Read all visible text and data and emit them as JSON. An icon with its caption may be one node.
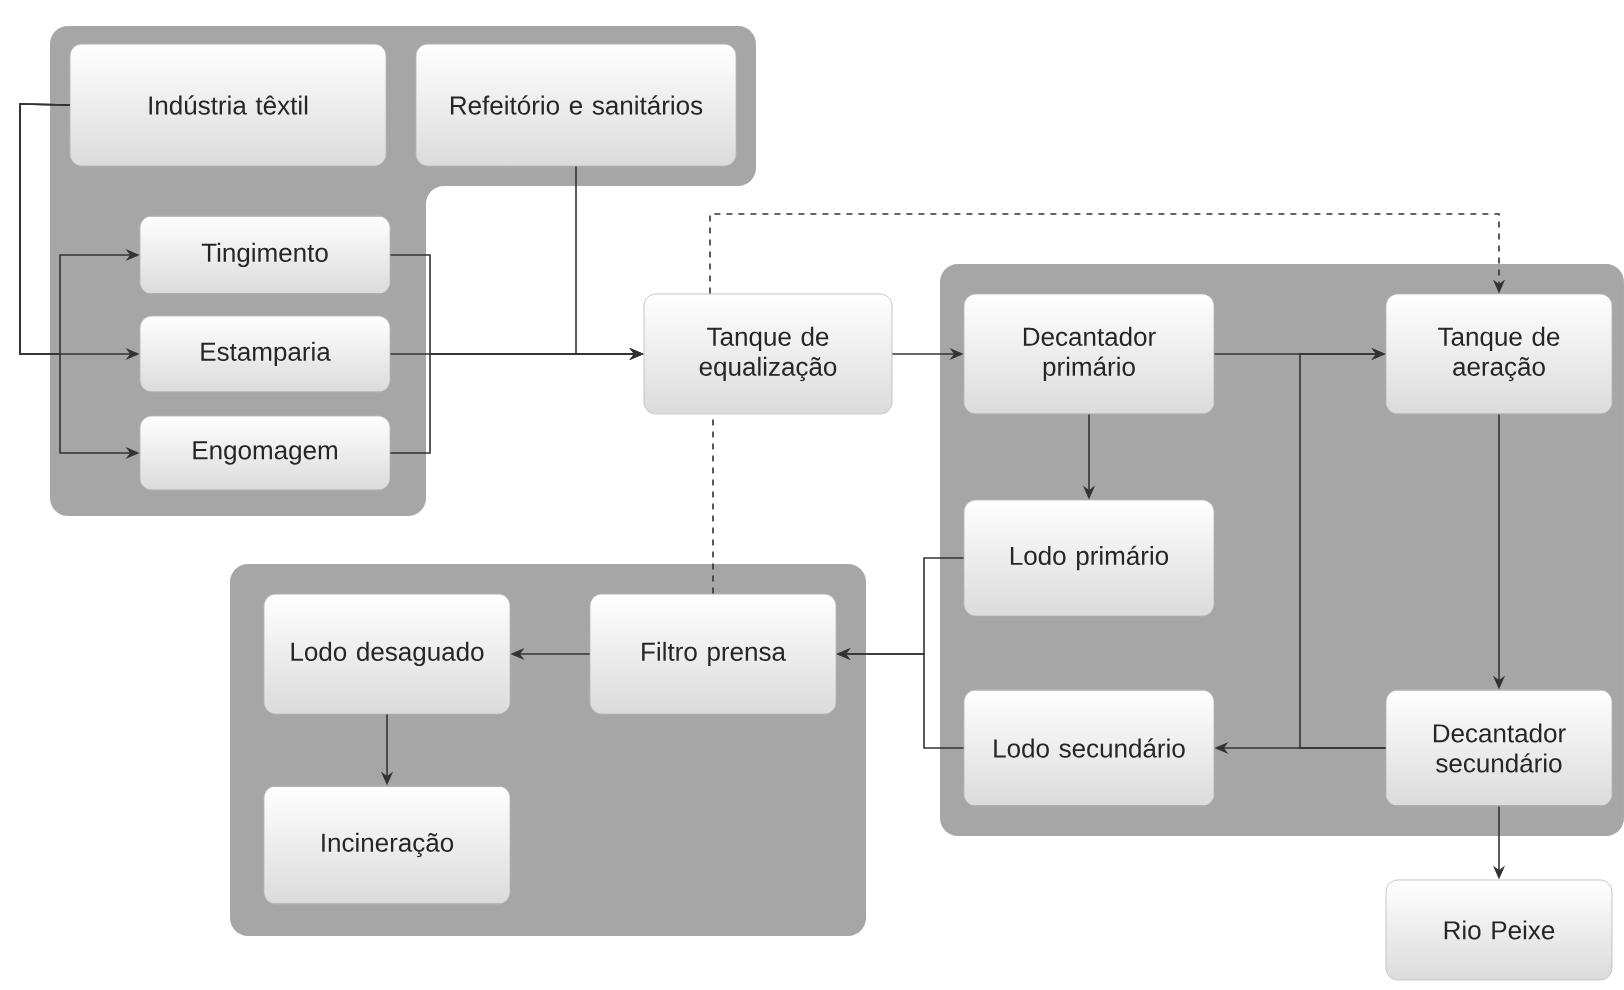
{
  "diagram": {
    "nodes": [
      {
        "text": [],
        "shape": "box"
      },
      {
        "text": [
          "Indústria têxtil"
        ],
        "in": 0
      },
      {
        "text": [
          "Refeitório e sanitários"
        ],
        "in": 0
      },
      {
        "text": [
          "Tingimento"
        ],
        "in": 0
      },
      {
        "text": [
          "Estamparia"
        ],
        "in": 0
      },
      {
        "text": [
          "Engomagem"
        ],
        "in": 0
      },
      {
        "text": [
          "Tanque de equalização"
        ]
      },
      {
        "text": [],
        "shape": "box"
      },
      {
        "text": [
          "Decantador primário"
        ],
        "in": 7
      },
      {
        "text": [
          "Tanque de aeração"
        ],
        "in": 7
      },
      {
        "text": [
          "Lodo primário"
        ],
        "in": 7
      },
      {
        "text": [
          "Lodo secundário"
        ],
        "in": 7
      },
      {
        "text": [
          "Decantador secundário"
        ],
        "in": 7
      },
      {
        "text": [],
        "shape": "box"
      },
      {
        "text": [
          "Lodo desaguado"
        ],
        "in": 13
      },
      {
        "text": [
          "Filtro prensa"
        ],
        "in": 13
      },
      {
        "text": [
          "Incineração"
        ],
        "in": 13
      },
      {
        "text": [
          "Rio Peixe"
        ]
      }
    ],
    "edges": [
      {
        "from": 1,
        "to": 3,
        "arrow": "to"
      },
      {
        "from": 1,
        "to": 4,
        "arrow": "to"
      },
      {
        "from": 1,
        "to": 5,
        "arrow": "to"
      },
      {
        "from": 3,
        "to": 6,
        "arrow": "to"
      },
      {
        "from": 4,
        "to": 6,
        "arrow": "to"
      },
      {
        "from": 5,
        "to": 6,
        "arrow": "to"
      },
      {
        "from": 2,
        "to": 6,
        "arrow": "to"
      },
      {
        "from": 6,
        "to": 8,
        "arrow": "to"
      },
      {
        "from": 15,
        "to": 6,
        "arrow": "none",
        "style": "dashed"
      },
      {
        "from": 6,
        "to": 9,
        "arrow": "to",
        "style": "dashed"
      },
      {
        "from": 8,
        "to": 9,
        "arrow": "to"
      },
      {
        "from": 8,
        "to": 10,
        "arrow": "to"
      },
      {
        "from": 9,
        "to": 12,
        "arrow": "to"
      },
      {
        "from": 12,
        "to": 11,
        "arrow": "to"
      },
      {
        "from": 12,
        "to": 9,
        "arrow": "to"
      },
      {
        "from": 12,
        "to": 17,
        "arrow": "to"
      },
      {
        "from": 10,
        "to": 15,
        "arrow": "to"
      },
      {
        "from": 11,
        "to": 15,
        "arrow": "to"
      },
      {
        "from": 15,
        "to": 14,
        "arrow": "to"
      },
      {
        "from": 14,
        "to": 16,
        "arrow": "to"
      }
    ]
  }
}
